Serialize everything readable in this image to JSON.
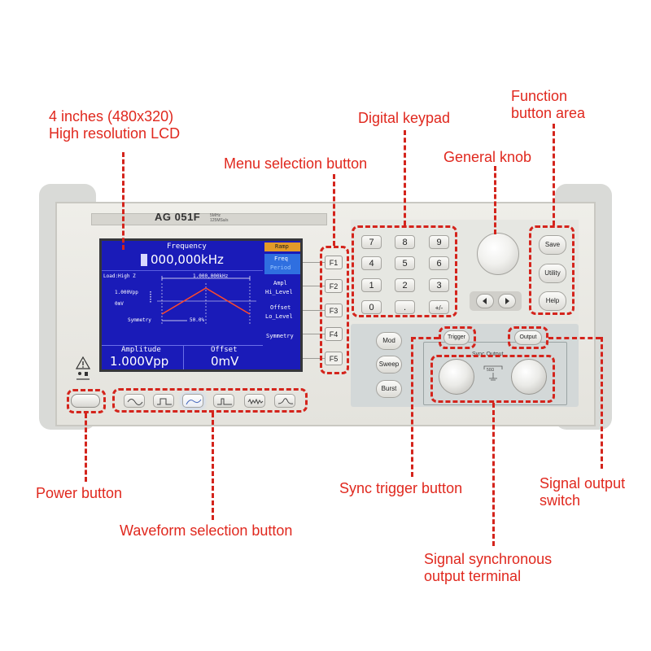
{
  "labels": {
    "lcd": [
      "4 inches (480x320)",
      "High resolution LCD"
    ],
    "digital_keypad": "Digital keypad",
    "function_area": [
      "Function",
      "button area"
    ],
    "menu_selection": "Menu selection button",
    "general_knob": "General knob",
    "power_button": "Power button",
    "waveform_selection": "Waveform selection button",
    "sync_trigger": "Sync trigger button",
    "signal_output": [
      "Signal output",
      "switch"
    ],
    "sync_output_terminal": [
      "Signal synchronous",
      "output terminal"
    ]
  },
  "device": {
    "model": "AG 051F",
    "model_sub": [
      "5MHz",
      "125MSa/s"
    ],
    "lcd": {
      "header": "Frequency",
      "freq_value": "000,000kHz",
      "load": "Load:High Z",
      "span": "1.000,000kHz",
      "amp_small": "1.000Vpp",
      "offset_small": "0mV",
      "symmetry_label": "Symmetry",
      "symmetry_value": "50.0%",
      "amplitude_label": "Amplitude",
      "amplitude_value": "1.000Vpp",
      "offset_label": "Offset",
      "offset_value": "0mV",
      "mode_tab": "Ramp",
      "menu": [
        "Freq",
        "Period",
        "Ampl",
        "Hi_Level",
        "Offset",
        "Lo_Level",
        "Symmetry"
      ]
    },
    "fkeys": [
      "F1",
      "F2",
      "F3",
      "F4",
      "F5"
    ],
    "keypad": [
      "7",
      "8",
      "9",
      "4",
      "5",
      "6",
      "1",
      "2",
      "3",
      "0",
      ".",
      "+/-"
    ],
    "function_buttons": [
      "Save",
      "Utility",
      "Help"
    ],
    "mode_buttons": [
      "Mod",
      "Sweep",
      "Burst"
    ],
    "trigger_button": "Trigger",
    "output_button": "Output",
    "terminal_label": "Sync Output",
    "terminal_imp": "50Ω"
  }
}
